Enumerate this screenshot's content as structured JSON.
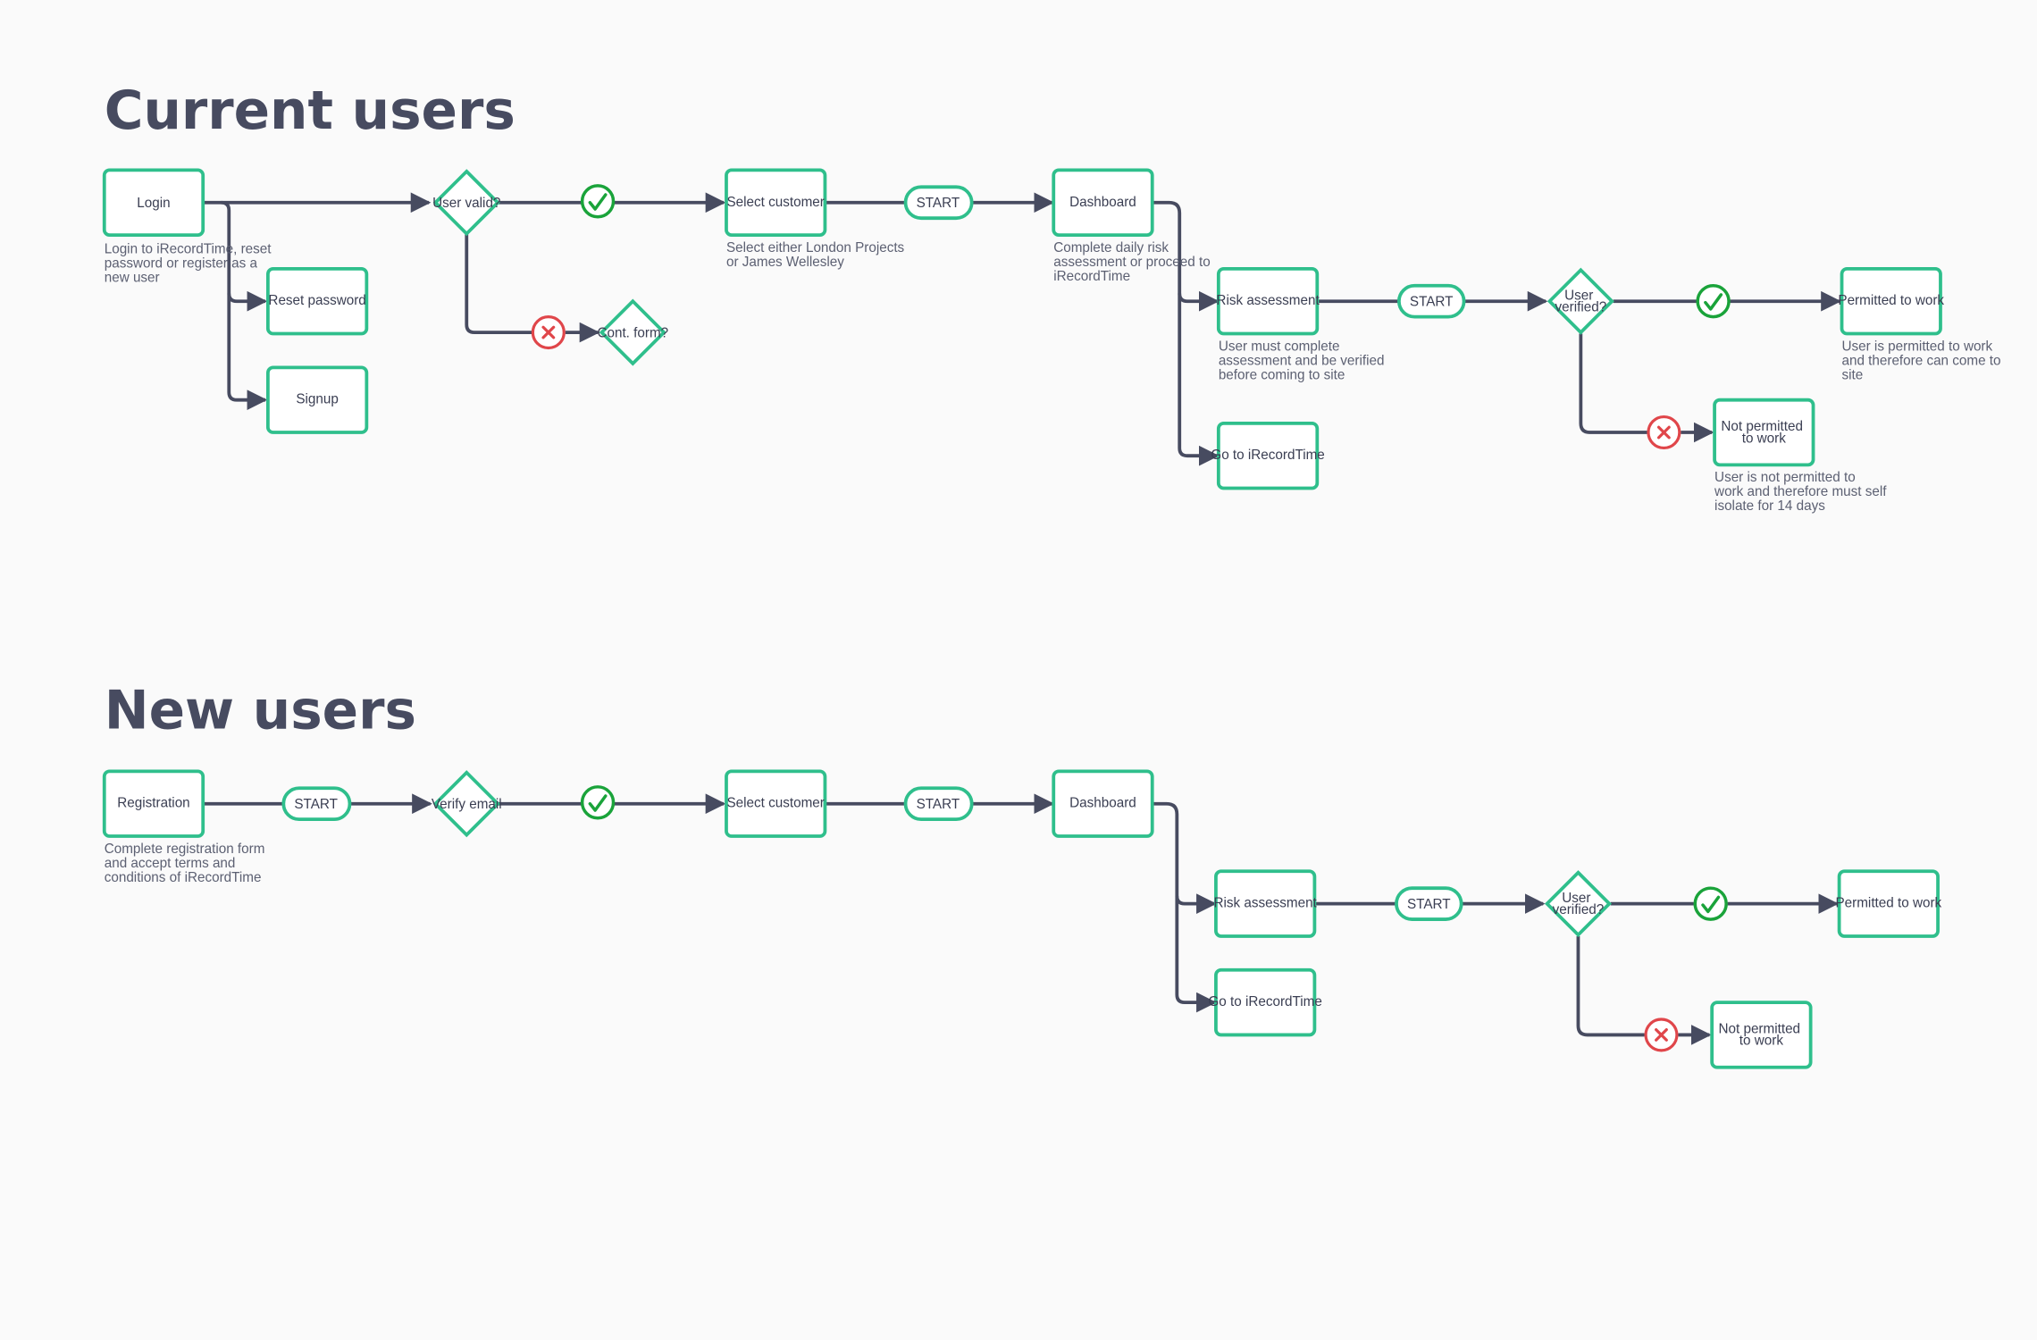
{
  "colors": {
    "node_border": "#2fbf8c",
    "connector": "#474b60",
    "success": "#1aa33a",
    "failure": "#e0464a",
    "heading": "#474b60",
    "background": "#fafafa"
  },
  "current": {
    "title": "Current users",
    "nodes": {
      "login": "Login",
      "reset": "Reset password",
      "signup": "Signup",
      "user_valid": "User valid?",
      "cont_form": "Cont. form?",
      "select_customer": "Select customer",
      "start1": "START",
      "dashboard": "Dashboard",
      "risk": "Risk assessment",
      "go_irt": "Go to iRecordTime",
      "start2": "START",
      "verified": [
        "User",
        "verified?"
      ],
      "permitted": "Permitted to work",
      "not_permitted": [
        "Not permitted",
        "to work"
      ]
    },
    "notes": {
      "login": [
        "Login to iRecordTime, reset",
        "password or register as a",
        "new user"
      ],
      "select_customer": [
        "Select either London Projects",
        "or James Wellesley"
      ],
      "dashboard": [
        "Complete daily risk",
        "assessment or proceed to",
        "iRecordTime"
      ],
      "risk": [
        "User must complete",
        "assessment and be verified",
        "before coming to site"
      ],
      "permitted": [
        "User is permitted to work",
        "and therefore can come to",
        "site"
      ],
      "not_permitted": [
        "User is not permitted to",
        "work and therefore must self",
        "isolate for 14 days"
      ]
    }
  },
  "new": {
    "title": "New users",
    "nodes": {
      "registration": "Registration",
      "start0": "START",
      "verify_email": "Verify email",
      "select_customer": "Select customer",
      "start1": "START",
      "dashboard": "Dashboard",
      "risk": "Risk assessment",
      "go_irt": "Go to iRecordTime",
      "start2": "START",
      "verified": [
        "User",
        "verified?"
      ],
      "permitted": "Permitted to work",
      "not_permitted": [
        "Not permitted",
        "to work"
      ]
    },
    "notes": {
      "registration": [
        "Complete registration form",
        "and accept terms and",
        "conditions of iRecordTime"
      ]
    }
  },
  "icons": {
    "success": "check-circle-icon",
    "failure": "cross-circle-icon"
  }
}
